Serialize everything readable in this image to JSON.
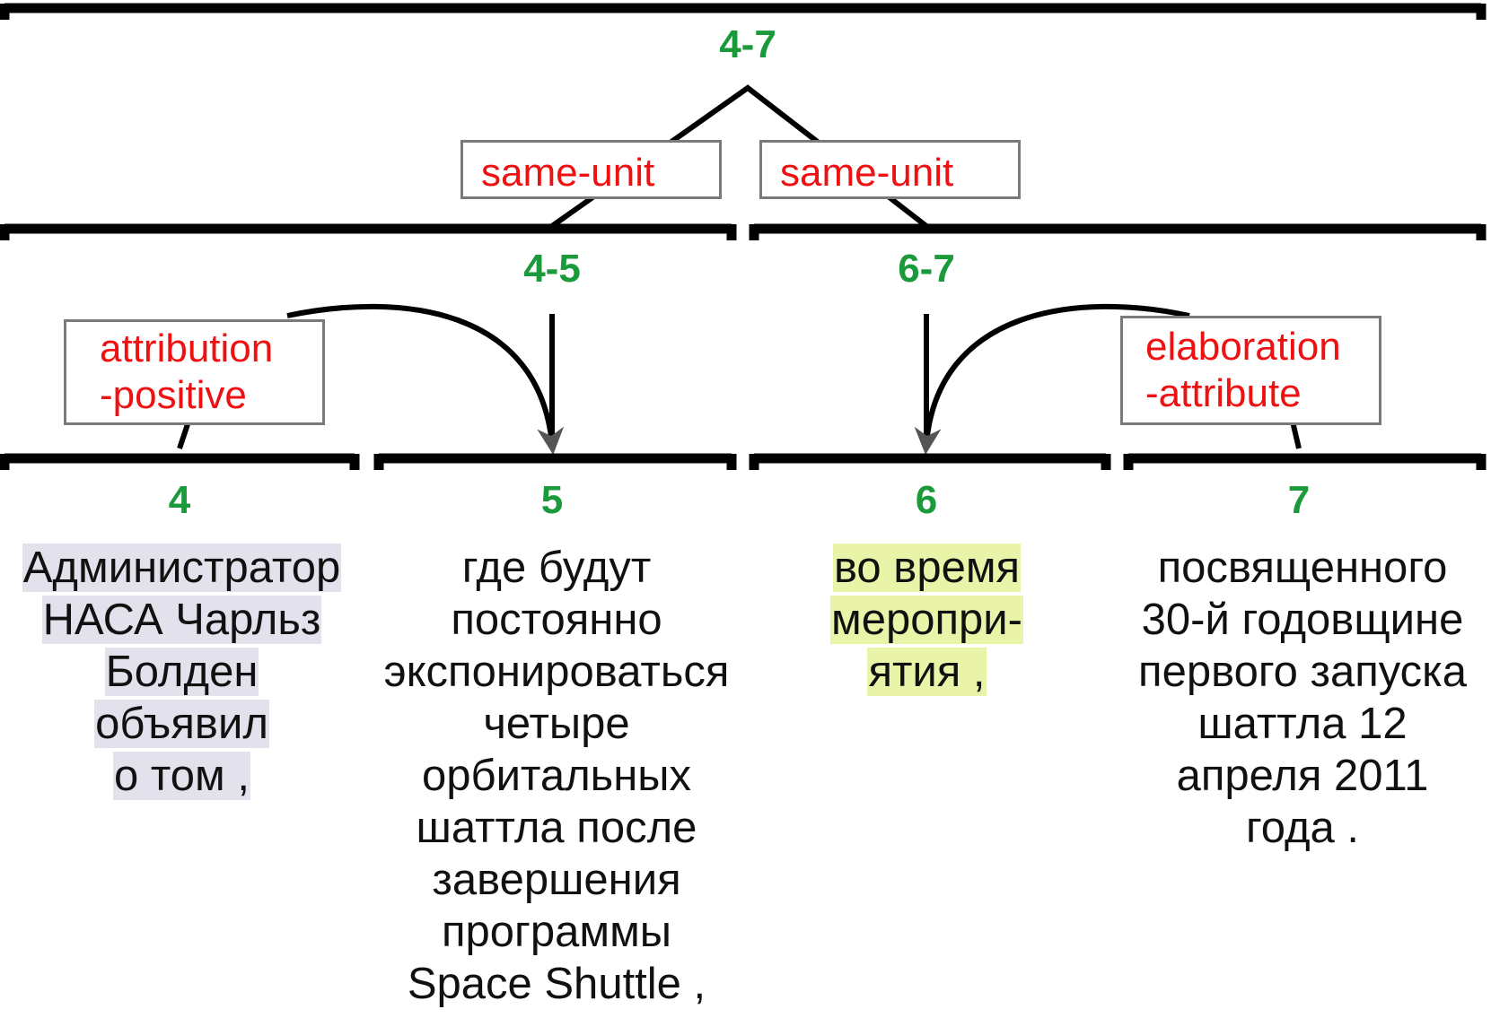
{
  "spans": {
    "root": "4-7",
    "left": "4-5",
    "right": "6-7",
    "edu4": "4",
    "edu5": "5",
    "edu6": "6",
    "edu7": "7"
  },
  "relations": {
    "same_unit_left": "same-unit",
    "same_unit_right": "same-unit",
    "attribution": [
      "attribution",
      "-positive"
    ],
    "elaboration": [
      "elaboration",
      "-attribute"
    ]
  },
  "edus": {
    "edu4": [
      "Администратор",
      "НАСА Чарльз",
      "Болден",
      "объявил",
      "о том ,"
    ],
    "edu5": [
      "где будут",
      "постоянно",
      "экспонироваться",
      "четыре",
      "орбитальных",
      "шаттла после",
      "завершения",
      "программы",
      "Space Shuttle ,"
    ],
    "edu6": [
      "во время",
      "меропри-",
      "ятия ,"
    ],
    "edu7": [
      "посвященного",
      "30-й годовщине",
      "первого запуска",
      "шаттла 12",
      "апреля 2011",
      "года ."
    ]
  },
  "colors": {
    "span_label": "#1a9a3a",
    "relation_label": "#ee1111",
    "highlight_edu4": "#e3e1ec",
    "highlight_edu6": "#eaf4a8"
  }
}
